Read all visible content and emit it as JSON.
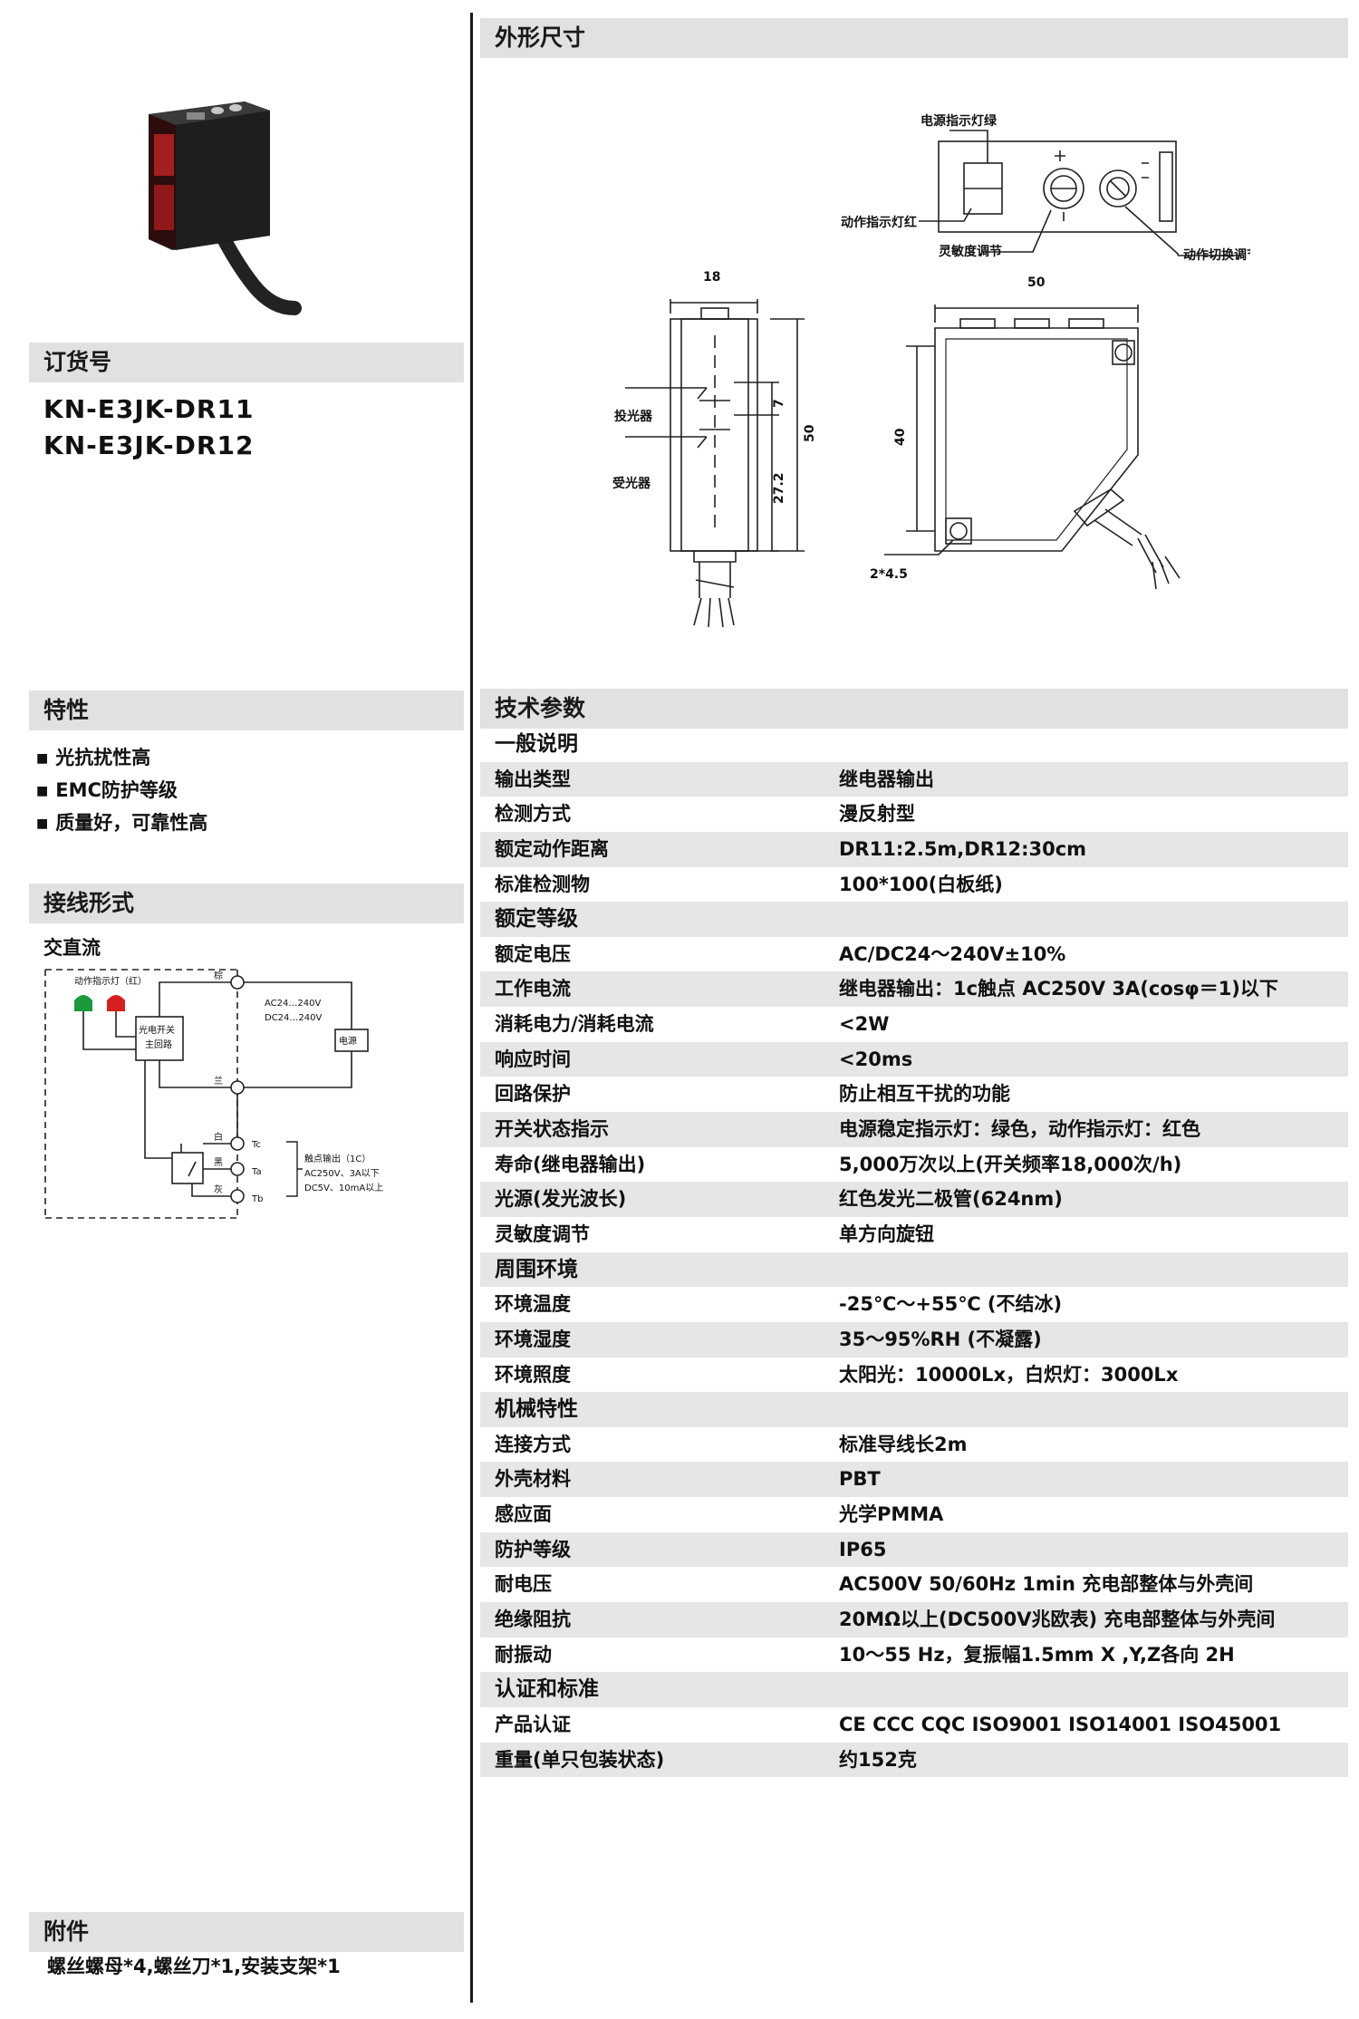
{
  "left": {
    "order_title": "订货号",
    "order_numbers": [
      "KN-E3JK-DR11",
      "KN-E3JK-DR12"
    ],
    "features_title": "特性",
    "features": [
      "光抗扰性高",
      "EMC防护等级",
      "质量好，可靠性高"
    ],
    "wiring_title": "接线形式",
    "wiring_subtitle": "交直流",
    "wiring": {
      "indicator": "动作指示灯（红）",
      "circuit": [
        "光电开关",
        "主回路"
      ],
      "supply_ac": "AC24…240V",
      "supply_dc": "DC24…240V",
      "power": "电源",
      "brown": "棕",
      "blue": "兰",
      "white": "白",
      "black": "黑",
      "gray": "灰",
      "tc": "Tc",
      "ta": "Ta",
      "tb": "Tb",
      "contact_note": [
        "触点输出（1C）",
        "AC250V、3A以下",
        "DC5V、10mA以上"
      ]
    },
    "accessories_title": "附件",
    "accessories": "螺丝螺母*4,螺丝刀*1,安装支架*1"
  },
  "dimensions": {
    "title": "外形尺寸",
    "labels": {
      "power_led": "电源指示灯绿",
      "action_led": "动作指示灯红",
      "sensitivity": "灵敏度调节",
      "mode_switch": "动作切换调节",
      "emitter": "投光器",
      "receiver": "受光器"
    },
    "dims": {
      "width": "18",
      "height": "50",
      "d7": "7",
      "d272": "27.2",
      "side_width": "50",
      "side_40": "40",
      "hole": "2*4.5"
    }
  },
  "specs": {
    "title": "技术参数",
    "rows": [
      {
        "label": "一般说明",
        "value": "",
        "cat": true
      },
      {
        "label": "输出类型",
        "value": "继电器输出"
      },
      {
        "label": "检测方式",
        "value": "漫反射型"
      },
      {
        "label": "额定动作距离",
        "value": "DR11:2.5m,DR12:30cm"
      },
      {
        "label": "标准检测物",
        "value": "100*100(白板纸)"
      },
      {
        "label": "额定等级",
        "value": "",
        "cat": true
      },
      {
        "label": "额定电压",
        "value": "AC/DC24～240V±10%"
      },
      {
        "label": "工作电流",
        "value": "继电器输出：1c触点 AC250V 3A(cosφ＝1)以下"
      },
      {
        "label": "消耗电力/消耗电流",
        "value": "<2W"
      },
      {
        "label": "响应时间",
        "value": "<20ms"
      },
      {
        "label": "回路保护",
        "value": "防止相互干扰的功能"
      },
      {
        "label": "开关状态指示",
        "value": "电源稳定指示灯：绿色，动作指示灯：红色"
      },
      {
        "label": "寿命(继电器输出)",
        "value": "5,000万次以上(开关频率18,000次/h)"
      },
      {
        "label": "光源(发光波长)",
        "value": "红色发光二极管(624nm)"
      },
      {
        "label": "灵敏度调节",
        "value": "单方向旋钮"
      },
      {
        "label": "周围环境",
        "value": "",
        "cat": true
      },
      {
        "label": "环境温度",
        "value": "-25℃～+55℃ (不结冰)"
      },
      {
        "label": "环境湿度",
        "value": "35～95%RH (不凝露)"
      },
      {
        "label": "环境照度",
        "value": "太阳光：10000Lx，白炽灯：3000Lx"
      },
      {
        "label": "机械特性",
        "value": "",
        "cat": true
      },
      {
        "label": "连接方式",
        "value": "标准导线长2m"
      },
      {
        "label": "外壳材料",
        "value": "PBT"
      },
      {
        "label": "感应面",
        "value": "光学PMMA"
      },
      {
        "label": "防护等级",
        "value": "IP65"
      },
      {
        "label": "耐电压",
        "value": "AC500V 50/60Hz 1min 充电部整体与外壳间"
      },
      {
        "label": "绝缘阻抗",
        "value": "20MΩ以上(DC500V兆欧表) 充电部整体与外壳间"
      },
      {
        "label": "耐振动",
        "value": "10～55 Hz，复振幅1.5mm X ,Y,Z各向 2H"
      },
      {
        "label": "认证和标准",
        "value": "",
        "cat": true
      },
      {
        "label": "产品认证",
        "value": "CE  CCC  CQC  ISO9001  ISO14001  ISO45001"
      },
      {
        "label": "重量(单只包装状态)",
        "value": "约152克"
      }
    ]
  }
}
